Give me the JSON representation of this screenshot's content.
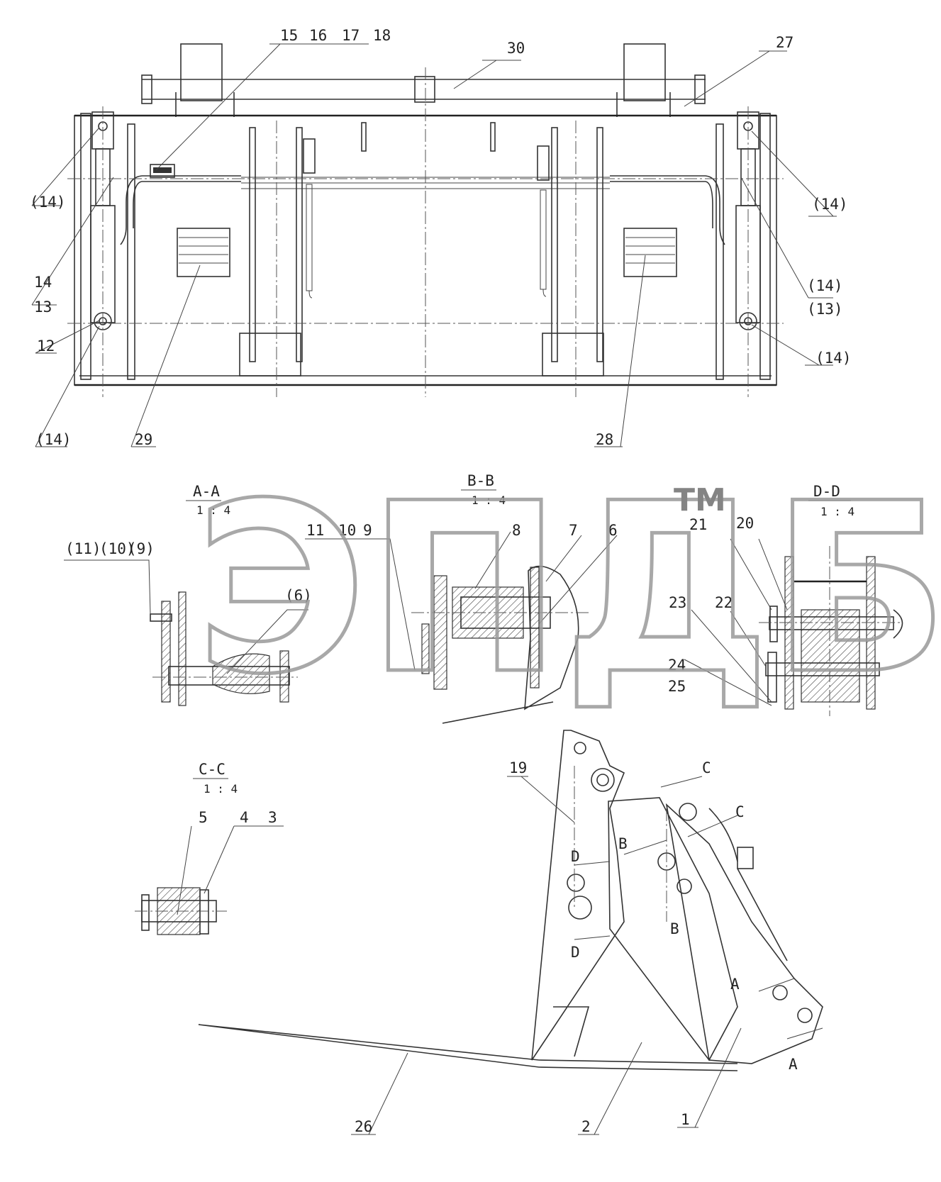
{
  "top_view_callouts": [
    {
      "id": "15",
      "text": "15"
    },
    {
      "id": "16",
      "text": "16"
    },
    {
      "id": "17",
      "text": "17"
    },
    {
      "id": "18",
      "text": "18"
    },
    {
      "id": "30",
      "text": "30"
    },
    {
      "id": "27",
      "text": "27"
    },
    {
      "id": "p14a",
      "text": "(14)"
    },
    {
      "id": "p14b",
      "text": "(14)"
    },
    {
      "id": "p14c",
      "text": "(14)"
    },
    {
      "id": "p14d",
      "text": "(14)"
    },
    {
      "id": "p14e",
      "text": "(14)"
    },
    {
      "id": "14",
      "text": "14"
    },
    {
      "id": "13",
      "text": "13"
    },
    {
      "id": "12",
      "text": "12"
    },
    {
      "id": "p13",
      "text": "(13)"
    },
    {
      "id": "29",
      "text": "29"
    },
    {
      "id": "28",
      "text": "28"
    }
  ],
  "sections": {
    "aa": {
      "title": "A-A",
      "scale": "1 : 4",
      "callouts": [
        "(11)",
        "(10)",
        "(9)",
        "11",
        "10",
        "9",
        "(6)"
      ]
    },
    "bb": {
      "title": "B-B",
      "scale": "1 : 4",
      "callouts": [
        "8",
        "7",
        "6"
      ]
    },
    "dd": {
      "title": "D-D",
      "scale": "1 : 4",
      "callouts": [
        "21",
        "20",
        "23",
        "22",
        "24",
        "25"
      ]
    },
    "cc": {
      "title": "C-C",
      "scale": "1 : 4",
      "callouts": [
        "5",
        "4",
        "3"
      ]
    }
  },
  "side_view": {
    "callouts": [
      "19",
      "26",
      "2",
      "1"
    ],
    "section_marks": [
      "C",
      "C",
      "B",
      "B",
      "D",
      "D",
      "A",
      "A"
    ]
  },
  "watermark": {
    "text": "ЭПДБ",
    "tm": "TM"
  }
}
